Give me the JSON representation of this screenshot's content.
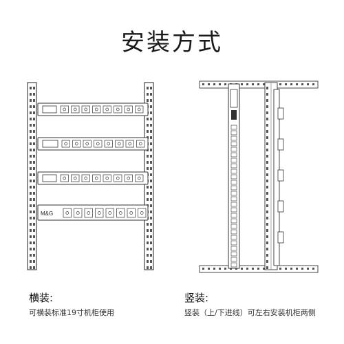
{
  "title": "安装方式",
  "horizontal": {
    "heading": "横装:",
    "description": "可横装标准19寸机柜使用",
    "brand_label": "M&G"
  },
  "vertical": {
    "heading": "竖装:",
    "description": "竖装（上/下进线）可左右安装机柜两侧"
  }
}
